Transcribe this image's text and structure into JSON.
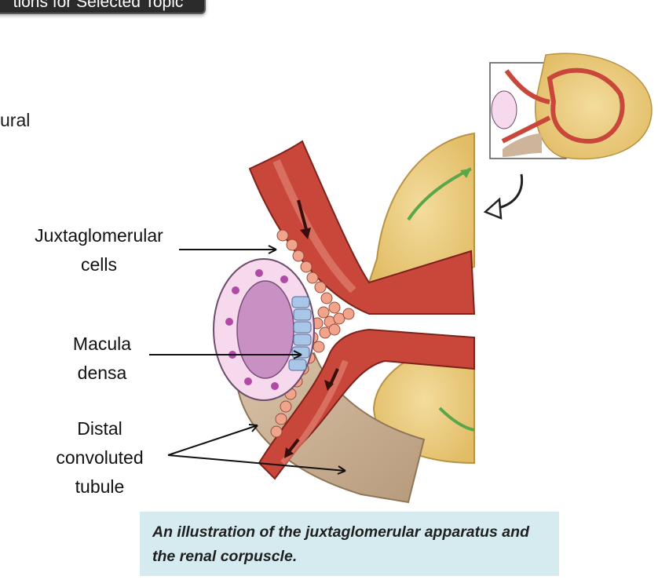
{
  "header": {
    "button_label": "tions for Selected Topic"
  },
  "sidebar_fragment": "ural",
  "labels": {
    "juxtaglomerular_line1": "Juxtaglomerular",
    "juxtaglomerular_line2": "cells",
    "macula_line1": "Macula",
    "macula_line2": "densa",
    "distal_line1": "Distal",
    "distal_line2": "convoluted",
    "distal_line3": "tubule"
  },
  "caption": "An illustration of the juxtaglomerular apparatus and the renal corpuscle.",
  "colors": {
    "vessel": "#c8463a",
    "vessel_dark": "#9e2f27",
    "capsule": "#e8c77a",
    "tubule": "#cdb49a",
    "macula": "#a9c6e6",
    "tubule_cells": "#e7b8d9",
    "caption_bg": "#d5ebf0"
  }
}
